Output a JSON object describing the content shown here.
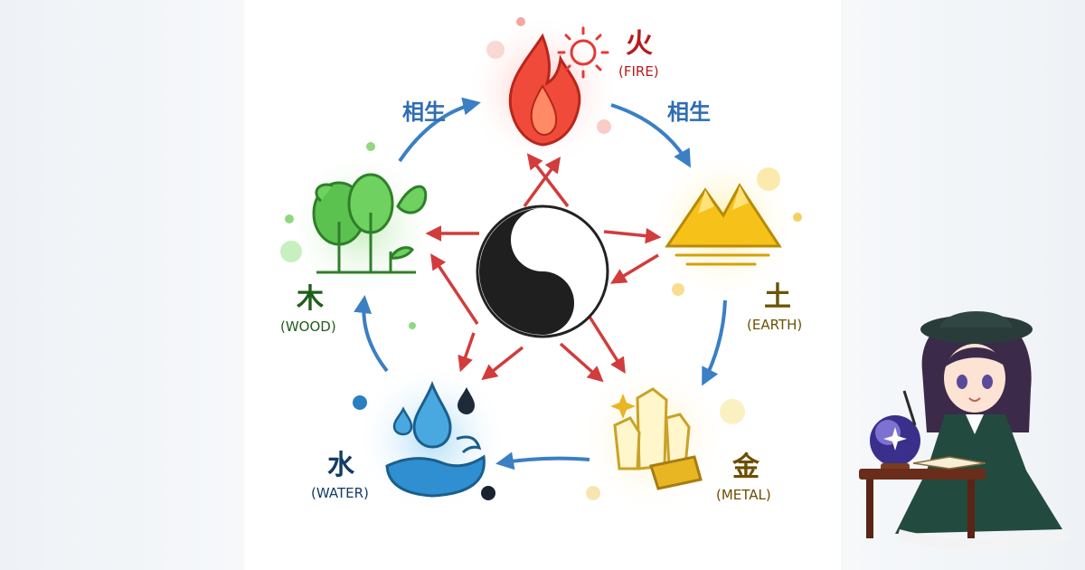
{
  "diagram": {
    "center_icon": "yin-yang-icon",
    "generating_label": "相生",
    "elements": {
      "fire": {
        "cn": "火",
        "en": "(FIRE)",
        "icon": "flame-icon",
        "color": "#e53935"
      },
      "earth": {
        "cn": "土",
        "en": "(EARTH)",
        "icon": "mountain-icon",
        "color": "#f2b705"
      },
      "metal": {
        "cn": "金",
        "en": "(METAL)",
        "icon": "crystal-icon",
        "color": "#d4a81f"
      },
      "water": {
        "cn": "水",
        "en": "(WATER)",
        "icon": "water-drop-icon",
        "color": "#1e88c7"
      },
      "wood": {
        "cn": "木",
        "en": "(WOOD)",
        "icon": "tree-icon",
        "color": "#3aa335"
      }
    },
    "arrow_colors": {
      "generating": "#3b7fc4",
      "controlling": "#d23c3c"
    }
  },
  "mascot": {
    "icon": "fortune-teller-girl-icon"
  }
}
